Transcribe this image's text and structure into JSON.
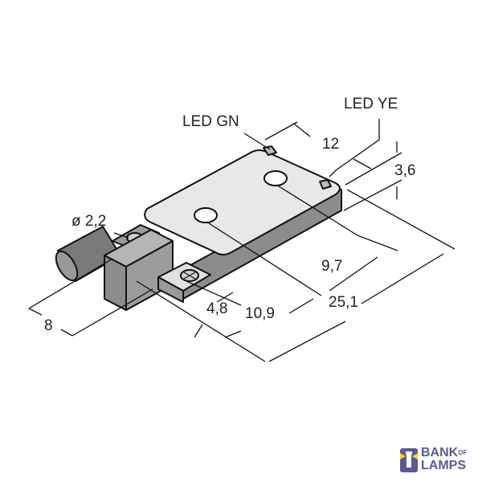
{
  "diagram": {
    "title": "Sensor dimensional drawing",
    "labels": {
      "led_gn": "LED GN",
      "led_ye": "LED YE",
      "dim_12": "12",
      "dim_3_6": "3,6",
      "dim_diameter": "ø 2,2",
      "dim_9_7": "9,7",
      "dim_25_1": "25,1",
      "dim_4_8": "4,8",
      "dim_10_9": "10,9",
      "dim_8": "8"
    },
    "colors": {
      "top_face": "#e8e8e8",
      "side_face": "#8c8c8c",
      "cable": "#7a7a7a",
      "line": "#111111"
    }
  },
  "watermark": {
    "line1": "BANK",
    "of": "OF",
    "line2": "LAMPS",
    "color": "#5b5a8e",
    "accent": "#f3d23a"
  }
}
